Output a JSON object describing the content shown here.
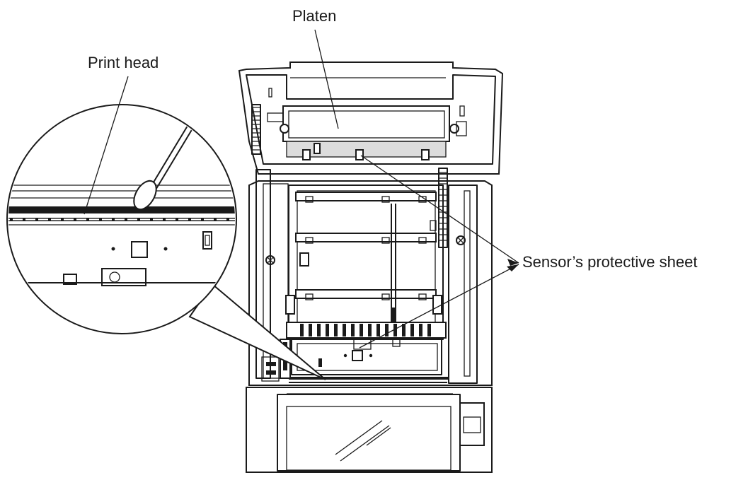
{
  "labels": {
    "platen": "Platen",
    "print_head": "Print head",
    "sensor_sheet": "Sensor’s protective sheet"
  },
  "colors": {
    "line": "#1a1a1a",
    "background": "#ffffff",
    "shade": "#dcdcdc"
  }
}
